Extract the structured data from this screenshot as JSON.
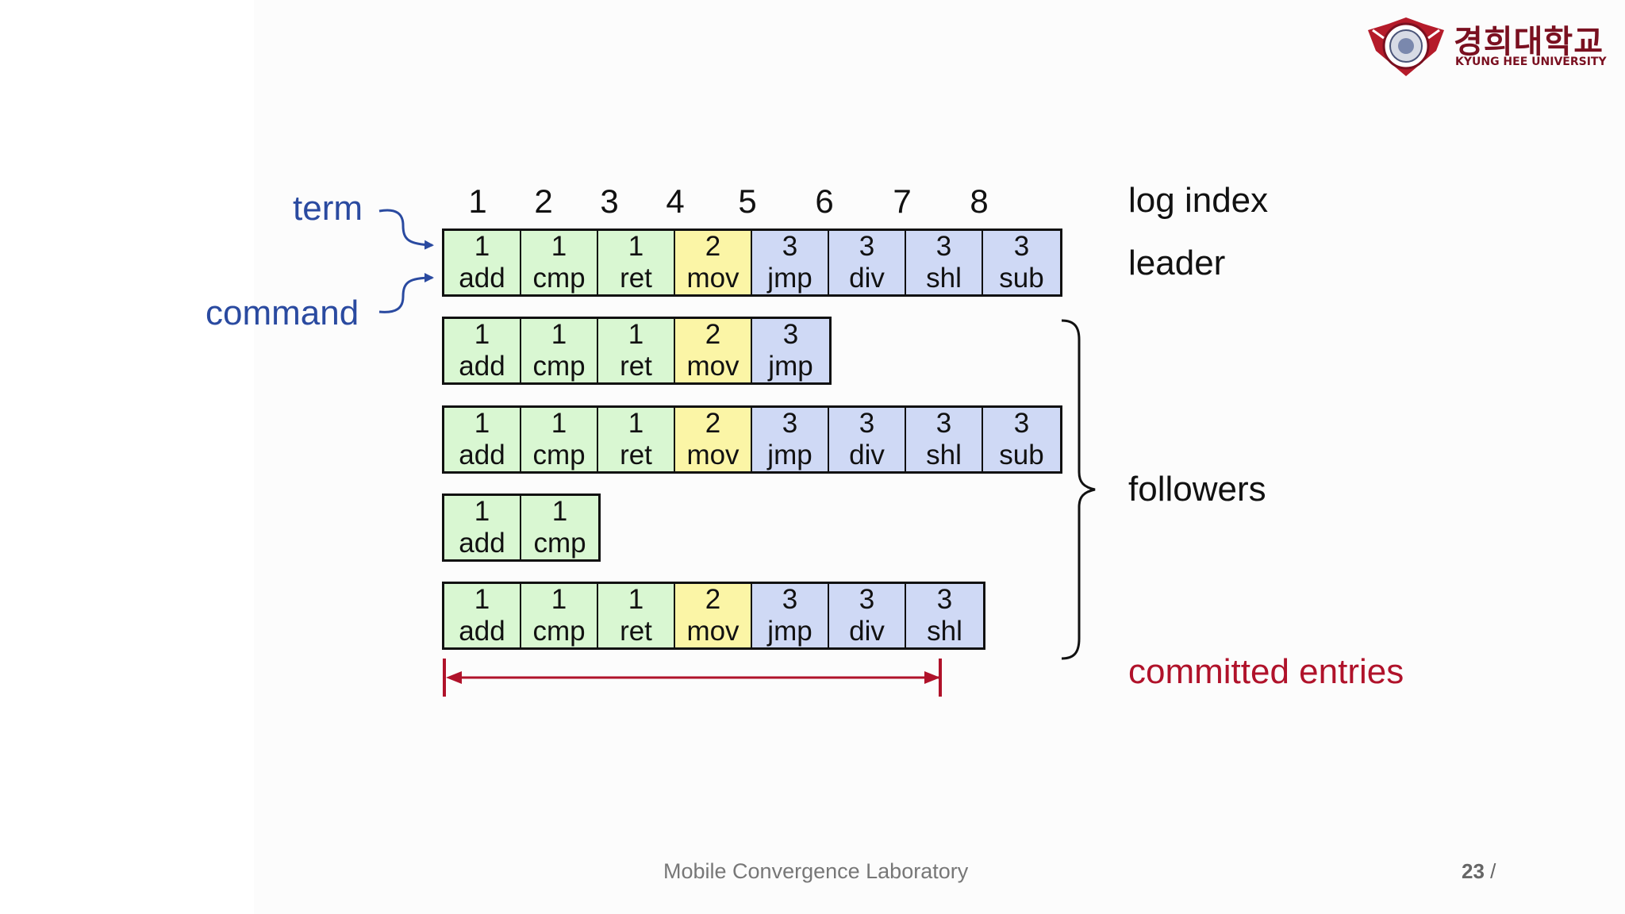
{
  "logo": {
    "korean_name": "경희대학교",
    "english_name": "KYUNG HEE UNIVERSITY",
    "colors": {
      "crest": "#b51b2a",
      "text": "#7a1020"
    }
  },
  "diagram": {
    "log_indices": [
      "1",
      "2",
      "3",
      "4",
      "5",
      "6",
      "7",
      "8"
    ],
    "labels": {
      "term": "term",
      "command": "command",
      "log_index": "log index",
      "leader": "leader",
      "followers": "followers",
      "committed": "committed entries"
    },
    "term_colors": {
      "1": "#d9f7d2",
      "2": "#fbf5a6",
      "3": "#cfd9f5"
    },
    "leader": [
      {
        "term": "1",
        "command": "add"
      },
      {
        "term": "1",
        "command": "cmp"
      },
      {
        "term": "1",
        "command": "ret"
      },
      {
        "term": "2",
        "command": "mov"
      },
      {
        "term": "3",
        "command": "jmp"
      },
      {
        "term": "3",
        "command": "div"
      },
      {
        "term": "3",
        "command": "shl"
      },
      {
        "term": "3",
        "command": "sub"
      }
    ],
    "followers": [
      [
        {
          "term": "1",
          "command": "add"
        },
        {
          "term": "1",
          "command": "cmp"
        },
        {
          "term": "1",
          "command": "ret"
        },
        {
          "term": "2",
          "command": "mov"
        },
        {
          "term": "3",
          "command": "jmp"
        }
      ],
      [
        {
          "term": "1",
          "command": "add"
        },
        {
          "term": "1",
          "command": "cmp"
        },
        {
          "term": "1",
          "command": "ret"
        },
        {
          "term": "2",
          "command": "mov"
        },
        {
          "term": "3",
          "command": "jmp"
        },
        {
          "term": "3",
          "command": "div"
        },
        {
          "term": "3",
          "command": "shl"
        },
        {
          "term": "3",
          "command": "sub"
        }
      ],
      [
        {
          "term": "1",
          "command": "add"
        },
        {
          "term": "1",
          "command": "cmp"
        }
      ],
      [
        {
          "term": "1",
          "command": "add"
        },
        {
          "term": "1",
          "command": "cmp"
        },
        {
          "term": "1",
          "command": "ret"
        },
        {
          "term": "2",
          "command": "mov"
        },
        {
          "term": "3",
          "command": "jmp"
        },
        {
          "term": "3",
          "command": "div"
        },
        {
          "term": "3",
          "command": "shl"
        }
      ]
    ],
    "committed_through_index": 7,
    "arrow_colors": {
      "annotation": "#2a4aa0",
      "committed": "#b0122a"
    }
  },
  "footer": {
    "lab": "Mobile Convergence Laboratory",
    "page_number": "23",
    "page_separator": "/"
  }
}
